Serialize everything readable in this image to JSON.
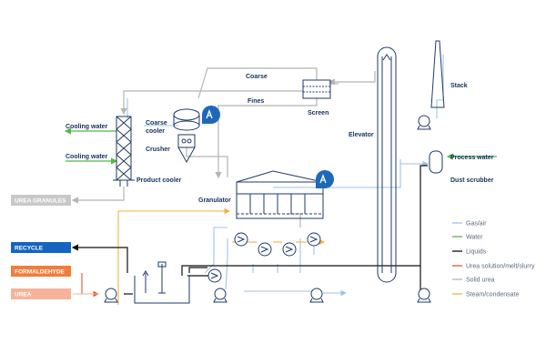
{
  "colors": {
    "gas_air": "#9fc3e6",
    "water": "#52b848",
    "liquids": "#111111",
    "urea_solution": "#e4572e",
    "solid_urea": "#b5b5b5",
    "steam": "#f5b041",
    "equipment": "#1f3a68",
    "recycle_box": "#1565c0",
    "formaldehyde_box": "#ef7d3c",
    "urea_box": "#f4b39a",
    "granules_box": "#c8c8c8"
  },
  "labels": {
    "coarse": "Coarse",
    "fines": "Fines",
    "screen": "Screen",
    "elevator": "Elevator",
    "stack": "Stack",
    "coarse_cooler_1": "Coarse",
    "coarse_cooler_2": "cooler",
    "crusher": "Crusher",
    "cooling_water_1": "Cooling water",
    "cooling_water_2": "Cooling water",
    "product_cooler": "Product cooler",
    "granulator": "Granulator",
    "process_water": "Process water",
    "dust_scrubber": "Dust scrubber"
  },
  "boxes": {
    "urea_granules": "UREA GRANULES",
    "recycle": "RECYCLE",
    "formaldehyde": "FORMALDEHYDE",
    "urea": "UREA"
  },
  "legend": [
    {
      "label": "Gas/air",
      "color_key": "gas_air"
    },
    {
      "label": "Water",
      "color_key": "water"
    },
    {
      "label": "Liquids",
      "color_key": "liquids"
    },
    {
      "label": "Urea solution/melt/slurry",
      "color_key": "urea_solution"
    },
    {
      "label": "Solid urea",
      "color_key": "solid_urea"
    },
    {
      "label": "Steam/condensate",
      "color_key": "steam"
    }
  ]
}
